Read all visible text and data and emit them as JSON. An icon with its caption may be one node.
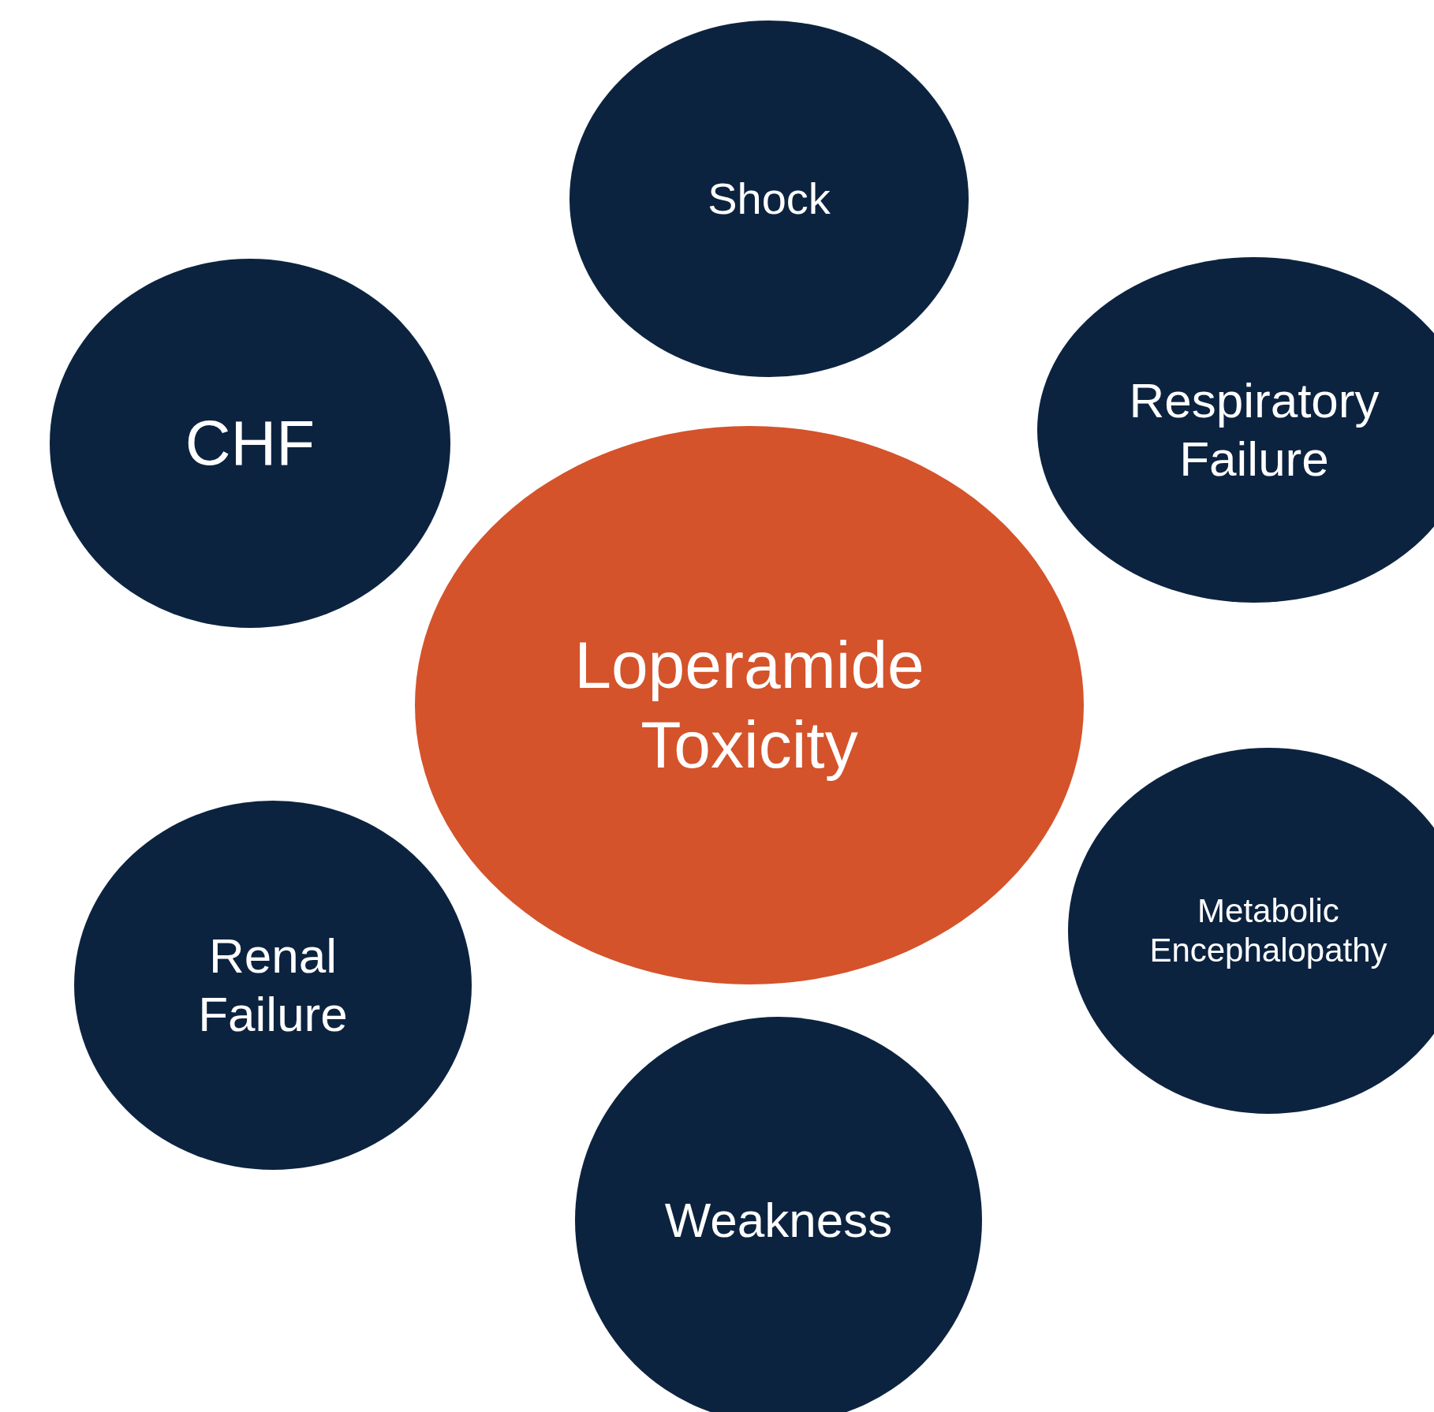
{
  "diagram": {
    "nodes": [
      {
        "text": [
          "Shock"
        ]
      },
      {
        "text": [
          "CHF"
        ]
      },
      {
        "text": [
          "Respiratory Failure"
        ]
      },
      {
        "text": [
          "Loperamide Toxicity"
        ]
      },
      {
        "text": [
          "Metabolic Encephalopathy"
        ]
      },
      {
        "text": [
          "Renal Failure"
        ]
      },
      {
        "text": [
          "Weakness"
        ]
      }
    ]
  }
}
